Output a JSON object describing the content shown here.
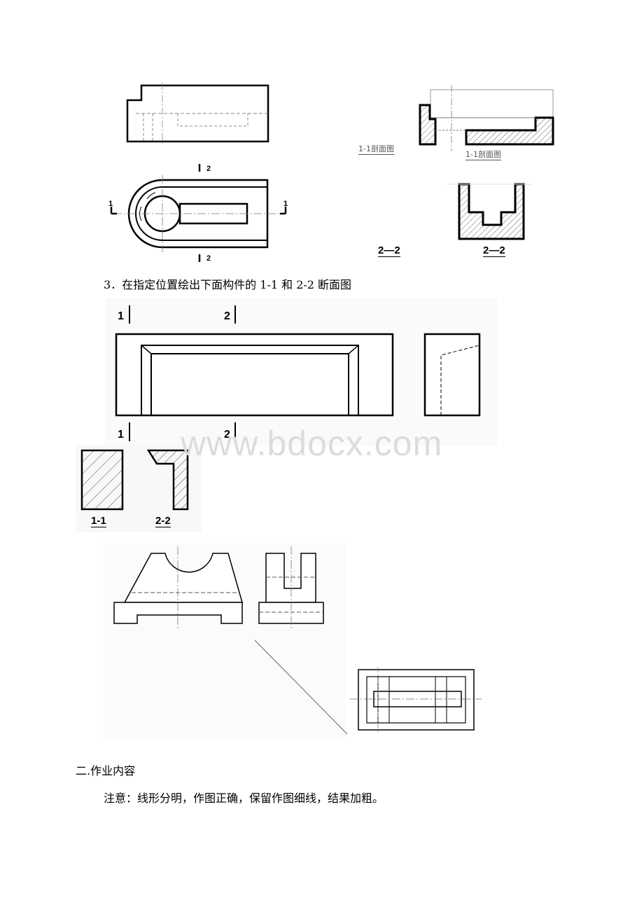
{
  "fig_top": {
    "cut_label_1": "1",
    "cut_label_2": "2",
    "section_1_1_caption_left": "1-1剖面图",
    "section_1_1_caption_right": "1-1剖面图",
    "section_2_2_caption_left": "2—2",
    "section_2_2_caption_right": "2—2"
  },
  "exercise3": {
    "text": "3．在指定位置绘出下面构件的 1-1 和 2-2 断面图",
    "mark_1": "1",
    "mark_2": "2",
    "answer_1_label": "1-1",
    "answer_2_label": "2-2"
  },
  "watermark": "www.bdocx.com",
  "section_two": {
    "heading": "二.作业内容",
    "note": "注意：线形分明，作图正确，保留作图细线，结果加粗。"
  }
}
